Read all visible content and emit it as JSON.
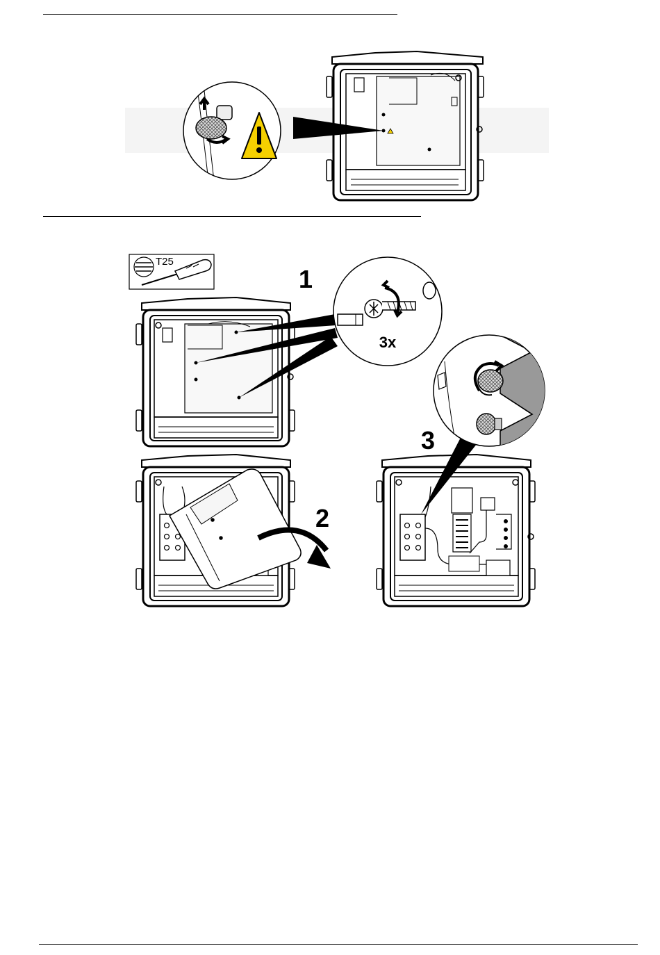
{
  "figure1": {
    "warning_icon": "warning-triangle-icon",
    "thumbscrew_icon": "thumbscrew-loosen-icon"
  },
  "figure2": {
    "tool_label": "T25",
    "tool_icon": "torx-screwdriver-icon",
    "step1_label": "1",
    "step1_count": "3x",
    "step2_label": "2",
    "step3_label": "3"
  }
}
